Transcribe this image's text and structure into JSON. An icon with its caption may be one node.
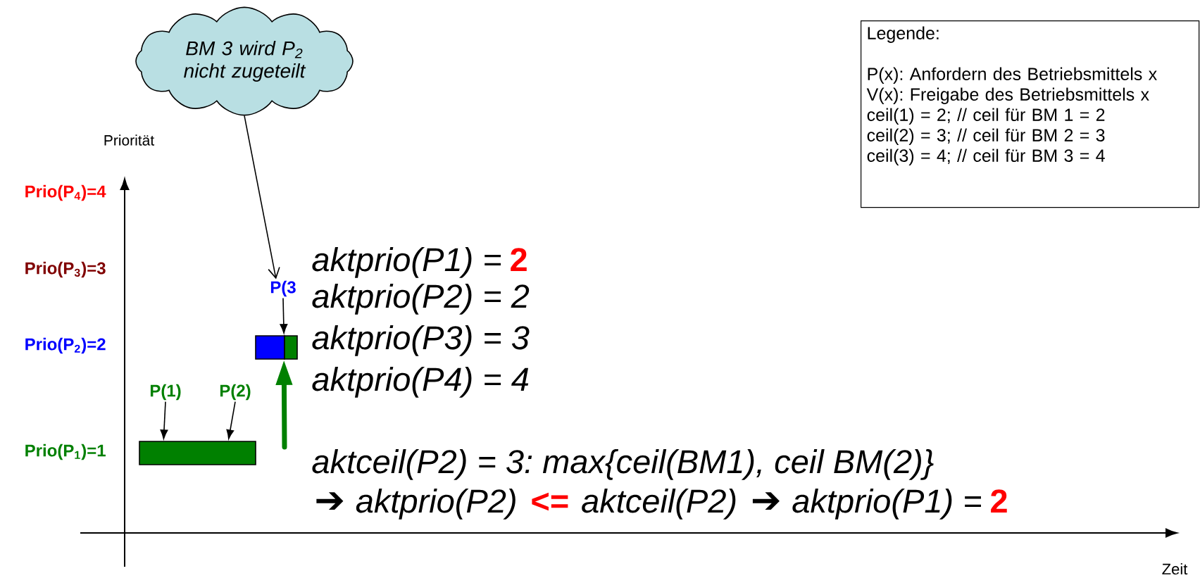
{
  "diagram": {
    "nodes": [
      {
        "text": [
          "BM 3 wird P$_{2}$ nicht zugeteilt"
        ]
      },
      {
        "text": [
          "P(3"
        ]
      },
      {
        "text": [],
        "shape": "bar"
      },
      {
        "text": [],
        "shape": "bar"
      },
      {
        "text": [],
        "shape": "bar"
      },
      {
        "text": [
          "P(1)"
        ]
      },
      {
        "text": [
          "P(2)"
        ]
      },
      {
        "text": [
          "Legende:",
          "P(x): Anfordern des Betriebsmittels x",
          "V(x): Freigabe des Betriebsmittels x",
          "ceil(1) = 2; // ceil für BM 1 = 2",
          "ceil(2) = 3; // ceil für BM 2 = 3",
          "ceil(3) = 4; // ceil für BM 3 = 4"
        ]
      }
    ],
    "edges": [
      {
        "from": 0,
        "to": 1,
        "arrow": "to"
      },
      {
        "from": 1,
        "to": 3,
        "arrow": "to"
      },
      {
        "from": 5,
        "to": 4,
        "arrow": "to"
      },
      {
        "from": 6,
        "to": 4,
        "arrow": "to"
      },
      {
        "from": null,
        "to": 3,
        "arrow": "to",
        "style": "thick",
        "color": "#008000"
      }
    ],
    "labels": [
      "Priorität",
      "Prio(P$_{4}$)=4",
      "Prio(P$_{3}$)=3",
      "Prio(P$_{2}$)=2",
      "Prio(P$_{1}$)=1",
      "aktprio(P1) =",
      "2",
      "aktprio(P2) = 2",
      "aktprio(P3) = 3",
      "aktprio(P4) = 4",
      "aktceil(P2) = 3: max{ceil(BM1), ceil BM(2)}",
      "➔",
      "aktprio(P2)",
      "<=",
      "aktceil(P2)",
      "➔",
      "aktprio(P1) =",
      "2",
      "Zeit"
    ]
  }
}
